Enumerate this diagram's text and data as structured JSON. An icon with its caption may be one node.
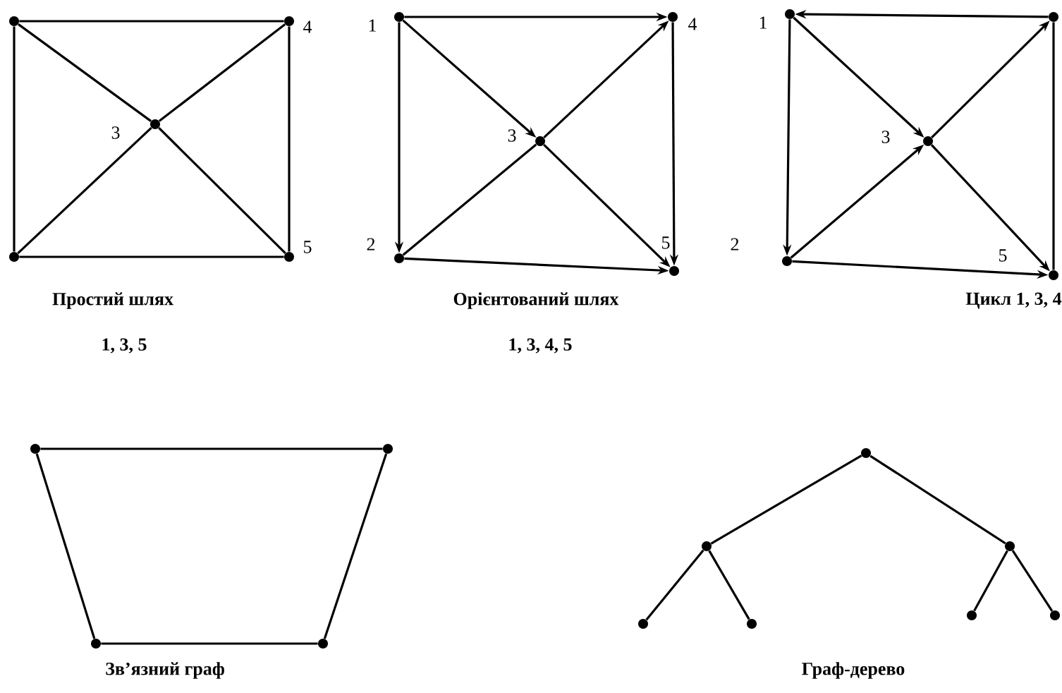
{
  "diagram": {
    "nodes": [
      {
        "text": [],
        "shape": "circle"
      },
      {
        "text": [],
        "shape": "circle",
        "beside": [
          "4"
        ]
      },
      {
        "text": [],
        "shape": "circle",
        "beside": [
          "3"
        ]
      },
      {
        "text": [],
        "shape": "circle"
      },
      {
        "text": [],
        "shape": "circle",
        "beside": [
          "5"
        ]
      },
      {
        "text": [],
        "shape": "circle",
        "beside": [
          "1"
        ]
      },
      {
        "text": [],
        "shape": "circle",
        "beside": [
          "4"
        ]
      },
      {
        "text": [],
        "shape": "circle",
        "beside": [
          "3"
        ]
      },
      {
        "text": [],
        "shape": "circle",
        "beside": [
          "2"
        ]
      },
      {
        "text": [],
        "shape": "circle",
        "beside": [
          "5"
        ]
      },
      {
        "text": [],
        "shape": "circle",
        "beside": [
          "1"
        ]
      },
      {
        "text": [],
        "shape": "circle"
      },
      {
        "text": [],
        "shape": "circle",
        "beside": [
          "3"
        ]
      },
      {
        "text": [],
        "shape": "circle",
        "beside": [
          "2"
        ]
      },
      {
        "text": [],
        "shape": "circle",
        "beside": [
          "5"
        ]
      },
      {
        "text": [],
        "shape": "circle"
      },
      {
        "text": [],
        "shape": "circle"
      },
      {
        "text": [],
        "shape": "circle"
      },
      {
        "text": [],
        "shape": "circle"
      },
      {
        "text": [],
        "shape": "circle"
      },
      {
        "text": [],
        "shape": "circle"
      },
      {
        "text": [],
        "shape": "circle"
      },
      {
        "text": [],
        "shape": "circle"
      },
      {
        "text": [],
        "shape": "circle"
      },
      {
        "text": [],
        "shape": "circle"
      },
      {
        "text": [],
        "shape": "circle"
      }
    ],
    "edges": [
      {
        "from": 0,
        "to": 1,
        "arrow": "none"
      },
      {
        "from": 1,
        "to": 4,
        "arrow": "none"
      },
      {
        "from": 3,
        "to": 4,
        "arrow": "none"
      },
      {
        "from": 0,
        "to": 3,
        "arrow": "none"
      },
      {
        "from": 0,
        "to": 2,
        "arrow": "none"
      },
      {
        "from": 2,
        "to": 4,
        "arrow": "none"
      },
      {
        "from": 3,
        "to": 2,
        "arrow": "none"
      },
      {
        "from": 2,
        "to": 1,
        "arrow": "none"
      },
      {
        "from": 5,
        "to": 6,
        "arrow": "to"
      },
      {
        "from": 5,
        "to": 8,
        "arrow": "to"
      },
      {
        "from": 5,
        "to": 7,
        "arrow": "to"
      },
      {
        "from": 7,
        "to": 6,
        "arrow": "to"
      },
      {
        "from": 7,
        "to": 9,
        "arrow": "to"
      },
      {
        "from": 6,
        "to": 9,
        "arrow": "to"
      },
      {
        "from": 8,
        "to": 9,
        "arrow": "to"
      },
      {
        "from": 8,
        "to": 7,
        "arrow": "none"
      },
      {
        "from": 11,
        "to": 10,
        "arrow": "to"
      },
      {
        "from": 10,
        "to": 12,
        "arrow": "to"
      },
      {
        "from": 13,
        "to": 12,
        "arrow": "to"
      },
      {
        "from": 12,
        "to": 11,
        "arrow": "to"
      },
      {
        "from": 12,
        "to": 14,
        "arrow": "to"
      },
      {
        "from": 10,
        "to": 13,
        "arrow": "to"
      },
      {
        "from": 13,
        "to": 14,
        "arrow": "to"
      },
      {
        "from": 11,
        "to": 14,
        "arrow": "none"
      },
      {
        "from": 15,
        "to": 16,
        "arrow": "none"
      },
      {
        "from": 16,
        "to": 18,
        "arrow": "none"
      },
      {
        "from": 17,
        "to": 18,
        "arrow": "none"
      },
      {
        "from": 15,
        "to": 17,
        "arrow": "none"
      },
      {
        "from": 19,
        "to": 20,
        "arrow": "none"
      },
      {
        "from": 19,
        "to": 21,
        "arrow": "none"
      },
      {
        "from": 20,
        "to": 22,
        "arrow": "none"
      },
      {
        "from": 20,
        "to": 23,
        "arrow": "none"
      },
      {
        "from": 21,
        "to": 24,
        "arrow": "none"
      },
      {
        "from": 21,
        "to": 25,
        "arrow": "none"
      }
    ],
    "labels": [
      "Простий шлях",
      "Орієнтований шлях",
      "Цикл 1, 3, 4",
      "1, 3, 5",
      "1, 3, 4, 5",
      "Зв’язний граф",
      "Граф-дерево"
    ]
  }
}
